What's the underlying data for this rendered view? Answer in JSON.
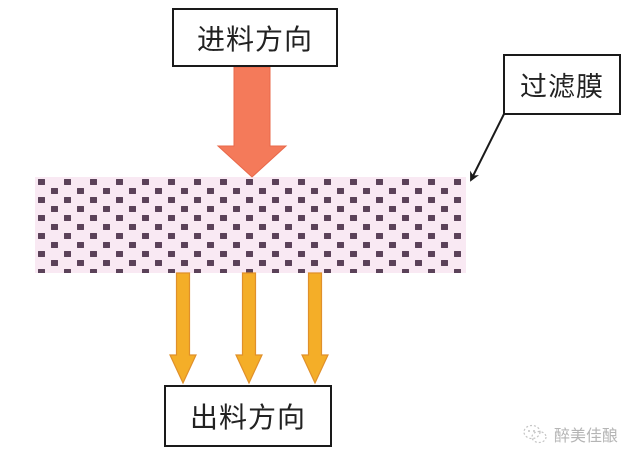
{
  "diagram": {
    "title": "Membrane filtration flow",
    "labels": {
      "feed_direction": "进料方向",
      "filter_membrane": "过滤膜",
      "output_direction": "出料方向"
    },
    "colors": {
      "feed_arrow": "#F47A5A",
      "output_arrow": "#F4AE28",
      "output_arrow_outline": "#E0902A",
      "membrane_background": "#F9E9F3",
      "membrane_pores": "#5B4259",
      "pointer": "#1a1a1a",
      "box_border": "#1a1a1a"
    },
    "output_arrow_count": 3
  },
  "watermark": {
    "icon": "wechat-icon",
    "text": "醉美佳酿"
  }
}
